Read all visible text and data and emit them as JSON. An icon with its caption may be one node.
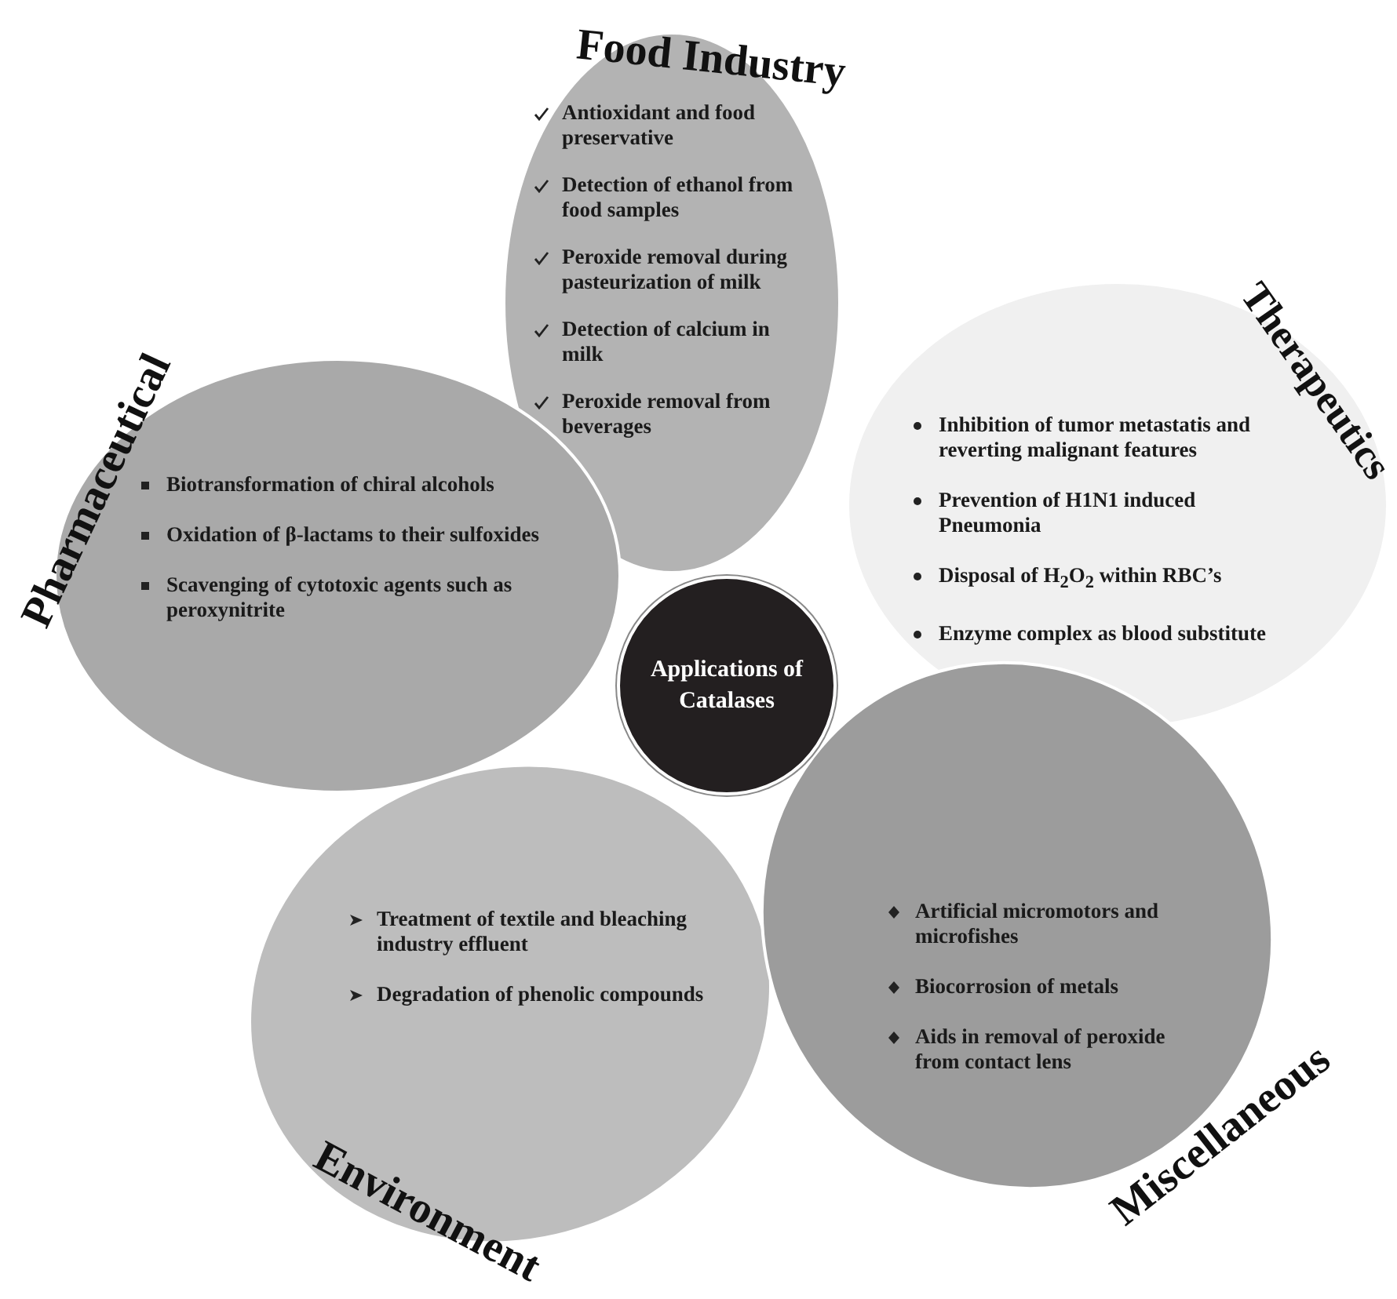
{
  "diagram": {
    "nodes": [
      {
        "text": [
          "Food Industry",
          "Antioxidant and food preservative",
          "Detection of ethanol from food samples",
          "Peroxide removal during pasteurization of milk",
          "Detection of calcium in milk",
          "Peroxide removal from beverages"
        ]
      },
      {
        "text": [
          "Pharmaceutical",
          "Biotransformation of chiral alcohols",
          "Oxidation of β-lactams to their sulfoxides",
          "Scavenging of cytotoxic agents such as peroxynitrite"
        ]
      },
      {
        "text": [
          "Therapeutics",
          "Inhibition of tumor metastatis and reverting malignant features",
          "Prevention of H1N1 induced Pneumonia",
          "Disposal of H$_{2}$O$_{2}$ within RBC’s",
          "Enzyme complex as blood substitute"
        ]
      },
      {
        "text": [
          "Applications of Catalases"
        ]
      },
      {
        "text": [
          "Environment",
          "Treatment of textile and bleaching industry effluent",
          "Degradation of phenolic compounds"
        ]
      },
      {
        "text": [
          "Miscellaneous",
          "Artificial micromotors and microfishes",
          "Biocorrosion of metals",
          "Aids in removal of peroxide from contact lens"
        ]
      }
    ]
  }
}
